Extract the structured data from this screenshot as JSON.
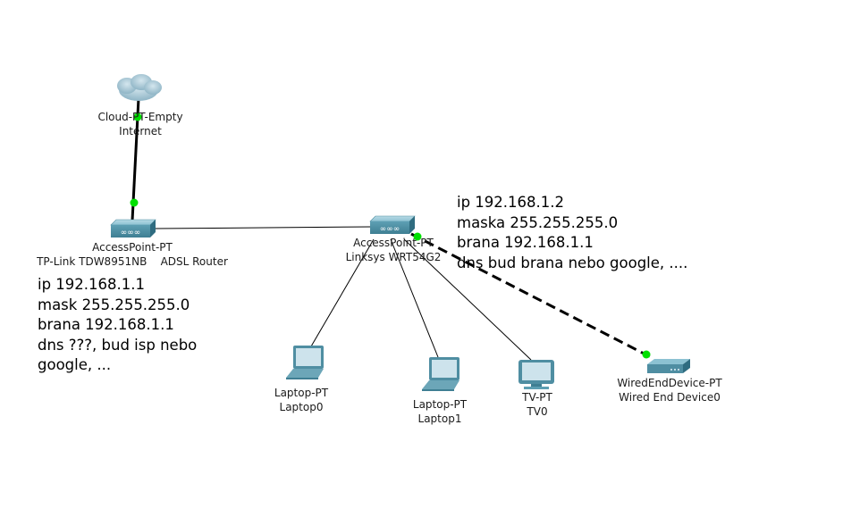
{
  "devices": {
    "cloud": {
      "type": "Cloud-PT-Empty",
      "name": "Internet",
      "icon": "cloud-icon"
    },
    "ap_main": {
      "type": "AccessPoint-PT",
      "name": "TP-Link TDW8951NB    ADSL Router",
      "icon": "access-point-icon"
    },
    "ap_linksys": {
      "type": "AccessPoint-PT",
      "name": "Linksys WRT54G2",
      "icon": "access-point-icon"
    },
    "laptop0": {
      "type": "Laptop-PT",
      "name": "Laptop0",
      "icon": "laptop-icon"
    },
    "laptop1": {
      "type": "Laptop-PT",
      "name": "Laptop1",
      "icon": "laptop-icon"
    },
    "tv0": {
      "type": "TV-PT",
      "name": "TV0",
      "icon": "tv-icon"
    },
    "wired0": {
      "type": "WiredEndDevice-PT",
      "name": "Wired End Device0",
      "icon": "wired-end-device-icon"
    }
  },
  "notes": {
    "router_config": [
      "ip 192.168.1.1",
      "mask 255.255.255.0",
      "brana 192.168.1.1",
      "dns ???, bud isp nebo",
      "google, ..."
    ],
    "linksys_config": [
      "ip 192.168.1.2",
      "maska 255.255.255.0",
      "brana 192.168.1.1",
      "dns bud brana nebo google, ...."
    ]
  },
  "colors": {
    "link_up": "#00e000",
    "device_teal": "#5f9fb0",
    "cable": "#000000"
  }
}
